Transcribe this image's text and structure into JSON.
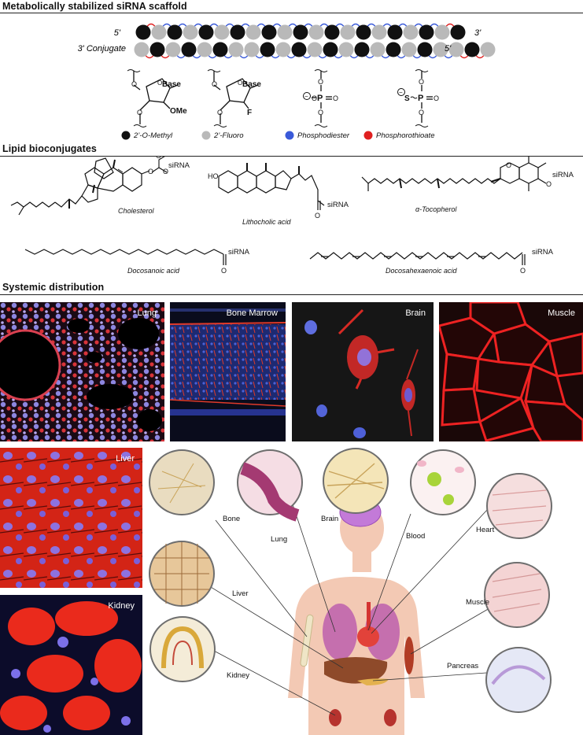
{
  "section1": {
    "title": "Metabolically stabilized siRNA scaffold",
    "strand_top": {
      "left": "5'",
      "right": "3'"
    },
    "strand_bottom": {
      "left": "3' Conjugate",
      "right": "5'"
    },
    "top_pattern": [
      "k",
      "g",
      "k",
      "g",
      "k",
      "g",
      "k",
      "g",
      "k",
      "g",
      "k",
      "g",
      "k",
      "g",
      "k",
      "g",
      "k",
      "g",
      "k",
      "g",
      "k"
    ],
    "bottom_pattern": [
      "g",
      "k",
      "g",
      "k",
      "g",
      "k",
      "g",
      "g",
      "k",
      "g",
      "k",
      "g",
      "k",
      "g",
      "k",
      "g",
      "k",
      "g",
      "k",
      "g",
      "g",
      "k",
      "g"
    ],
    "structures": {
      "ome": {
        "base": "Base",
        "sub": "OMe",
        "o": "O"
      },
      "fluoro": {
        "base": "Base",
        "sub": "F",
        "o": "O"
      },
      "po": {
        "atom": "P",
        "o": "O"
      },
      "ps": {
        "atom": "P",
        "s": "S",
        "o": "O"
      }
    },
    "legend": [
      {
        "label": "2’-O-Methyl",
        "color": "#111111"
      },
      {
        "label": "2’-Fluoro",
        "color": "#b9b9b9"
      },
      {
        "label": "Phosphodiester",
        "color": "#3a5ad9"
      },
      {
        "label": "Phosphorothioate",
        "color": "#e02020"
      }
    ]
  },
  "section2": {
    "title": "Lipid bioconjugates",
    "cholesterol": "Cholesterol",
    "lithocholic": "Lithocholic acid",
    "tocopherol": "α-Tocopherol",
    "docosanoic": "Docosanoic acid",
    "dha": "Docosahexaenoic acid",
    "sirna": "siRNA",
    "ho": "HO",
    "o": "O"
  },
  "section3": {
    "title": "Systemic distribution",
    "panels": {
      "lung": "Lung",
      "bone_marrow": "Bone Marrow",
      "brain": "Brain",
      "muscle": "Muscle",
      "liver": "Liver",
      "kidney": "Kidney"
    },
    "organs": {
      "bone": "Bone",
      "lung": "Lung",
      "brain": "Brain",
      "blood": "Blood",
      "heart": "Heart",
      "liver": "Liver",
      "muscle": "Muscle",
      "kidney": "Kidney",
      "pancreas": "Pancreas"
    }
  },
  "colors": {
    "omethyl": "#111111",
    "fluoro": "#b9b9b9",
    "phosphodiester": "#3a5ad9",
    "phosphorothioate": "#e02020",
    "stain_red": "#e8261c",
    "stain_blue": "#6f6fe6"
  }
}
